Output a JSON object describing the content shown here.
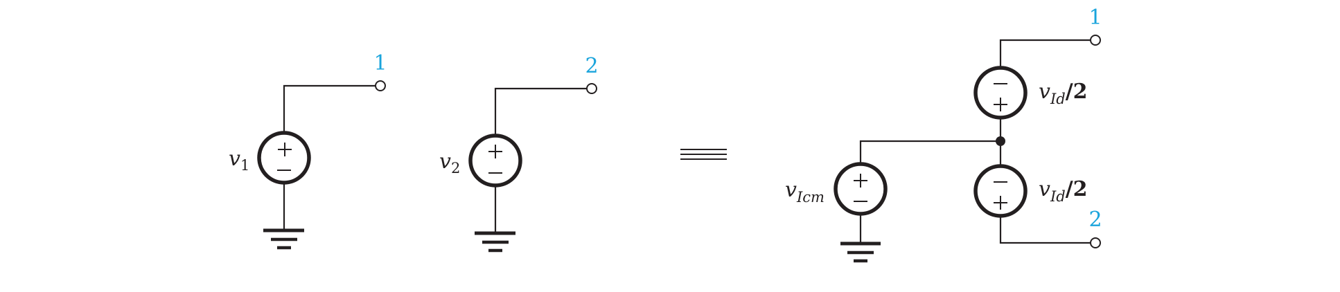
{
  "colors": {
    "ink": "#231f20",
    "terminal_label": "#1aa4dc"
  },
  "left_circuit_1": {
    "source_var": "v",
    "source_sub": "1",
    "terminal": "1",
    "top_sign": "+",
    "bottom_sign": "−"
  },
  "left_circuit_2": {
    "source_var": "v",
    "source_sub": "2",
    "terminal": "2",
    "top_sign": "+",
    "bottom_sign": "−"
  },
  "equivalent": {
    "symbol": "triple-bar"
  },
  "right_circuit": {
    "common_source": {
      "var": "v",
      "sub": "Icm",
      "top_sign": "+",
      "bottom_sign": "−"
    },
    "upper_diff": {
      "var": "v",
      "sub": "Id",
      "divisor": "/2",
      "top_sign": "−",
      "bottom_sign": "+"
    },
    "lower_diff": {
      "var": "v",
      "sub": "Id",
      "divisor": "/2",
      "top_sign": "−",
      "bottom_sign": "+"
    },
    "terminal_top": "1",
    "terminal_bottom": "2"
  }
}
